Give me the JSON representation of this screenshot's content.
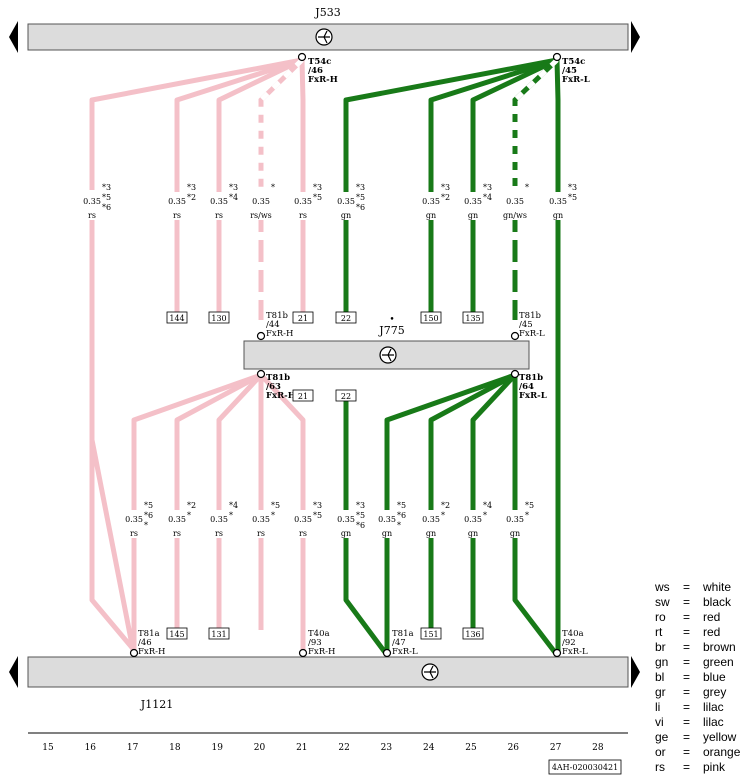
{
  "components": {
    "j533": "J533",
    "j775": "J775",
    "j1121": "J1121"
  },
  "connectors": [
    {
      "id": "t54c-46",
      "l1": "T54c",
      "l2": "/46",
      "l3": "FxR-H"
    },
    {
      "id": "t54c-45",
      "l1": "T54c",
      "l2": "/45",
      "l3": "FxR-L"
    },
    {
      "id": "t81b-44",
      "l1": "T81b",
      "l2": "/44",
      "l3": "FxR-H"
    },
    {
      "id": "t81b-45",
      "l1": "T81b",
      "l2": "/45",
      "l3": "FxR-L"
    },
    {
      "id": "t81b-63",
      "l1": "T81b",
      "l2": "/63",
      "l3": "FxR-H"
    },
    {
      "id": "t81b-64",
      "l1": "T81b",
      "l2": "/64",
      "l3": "FxR-L"
    },
    {
      "id": "t81a-46",
      "l1": "T81a",
      "l2": "/46",
      "l3": "FxR-H"
    },
    {
      "id": "t40a-93",
      "l1": "T40a",
      "l2": "/93",
      "l3": "FxR-H"
    },
    {
      "id": "t81a-47",
      "l1": "T81a",
      "l2": "/47",
      "l3": "FxR-L"
    },
    {
      "id": "t40a-92",
      "l1": "T40a",
      "l2": "/92",
      "l3": "FxR-L"
    }
  ],
  "wire_labels_upper": [
    {
      "size": "0.35",
      "color": "rs",
      "notes": [
        "*3",
        "*5",
        "*6"
      ]
    },
    {
      "size": "0.35",
      "color": "rs",
      "notes": [
        "*3",
        "*2"
      ]
    },
    {
      "size": "0.35",
      "color": "rs",
      "notes": [
        "*3",
        "*4"
      ]
    },
    {
      "size": "0.35",
      "color": "rs/ws",
      "notes": [
        "*"
      ]
    },
    {
      "size": "0.35",
      "color": "rs",
      "notes": [
        "*3",
        "*5"
      ]
    },
    {
      "size": "0.35",
      "color": "gn",
      "notes": [
        "*3",
        "*5",
        "*6"
      ]
    },
    {
      "size": "0.35",
      "color": "gn",
      "notes": [
        "*3",
        "*2"
      ]
    },
    {
      "size": "0.35",
      "color": "gn",
      "notes": [
        "*3",
        "*4"
      ]
    },
    {
      "size": "0.35",
      "color": "gn/ws",
      "notes": [
        "*"
      ]
    },
    {
      "size": "0.35",
      "color": "gn",
      "notes": [
        "*3",
        "*5"
      ]
    }
  ],
  "wire_labels_lower": [
    {
      "size": "0.35",
      "color": "rs",
      "notes": [
        "*5",
        "*6",
        "*"
      ]
    },
    {
      "size": "0.35",
      "color": "rs",
      "notes": [
        "*2",
        "*"
      ]
    },
    {
      "size": "0.35",
      "color": "rs",
      "notes": [
        "*4",
        "*"
      ]
    },
    {
      "size": "0.35",
      "color": "rs",
      "notes": [
        "*5",
        "*"
      ]
    },
    {
      "size": "0.35",
      "color": "rs",
      "notes": [
        "*3",
        "*5"
      ]
    },
    {
      "size": "0.35",
      "color": "gn",
      "notes": [
        "*3",
        "*5",
        "*6"
      ]
    },
    {
      "size": "0.35",
      "color": "gn",
      "notes": [
        "*5",
        "*6",
        "*"
      ]
    },
    {
      "size": "0.35",
      "color": "gn",
      "notes": [
        "*2",
        "*"
      ]
    },
    {
      "size": "0.35",
      "color": "gn",
      "notes": [
        "*4",
        "*"
      ]
    },
    {
      "size": "0.35",
      "color": "gn",
      "notes": [
        "*5",
        "*"
      ]
    }
  ],
  "ref_boxes_upper": [
    "144",
    "130",
    "21",
    "22",
    "150",
    "135"
  ],
  "ref_boxes_lower": [
    "21",
    "22",
    "145",
    "131",
    "151",
    "136"
  ],
  "bottom_scale": [
    "15",
    "16",
    "17",
    "18",
    "19",
    "20",
    "21",
    "22",
    "23",
    "24",
    "25",
    "26",
    "27",
    "28"
  ],
  "doc_number": "4AH-020030421",
  "dot": "•",
  "legend": [
    {
      "code": "ws",
      "eq": "=",
      "name": "white"
    },
    {
      "code": "sw",
      "eq": "=",
      "name": "black"
    },
    {
      "code": "ro",
      "eq": "=",
      "name": "red"
    },
    {
      "code": "rt",
      "eq": "=",
      "name": "red"
    },
    {
      "code": "br",
      "eq": "=",
      "name": "brown"
    },
    {
      "code": "gn",
      "eq": "=",
      "name": "green"
    },
    {
      "code": "bl",
      "eq": "=",
      "name": "blue"
    },
    {
      "code": "gr",
      "eq": "=",
      "name": "grey"
    },
    {
      "code": "li",
      "eq": "=",
      "name": "lilac"
    },
    {
      "code": "vi",
      "eq": "=",
      "name": "lilac"
    },
    {
      "code": "ge",
      "eq": "=",
      "name": "yellow"
    },
    {
      "code": "or",
      "eq": "=",
      "name": "orange"
    },
    {
      "code": "rs",
      "eq": "=",
      "name": "pink"
    }
  ],
  "colors": {
    "pink": "#f4c0c8",
    "green": "#187a18",
    "bar": "#dcdcdc"
  }
}
